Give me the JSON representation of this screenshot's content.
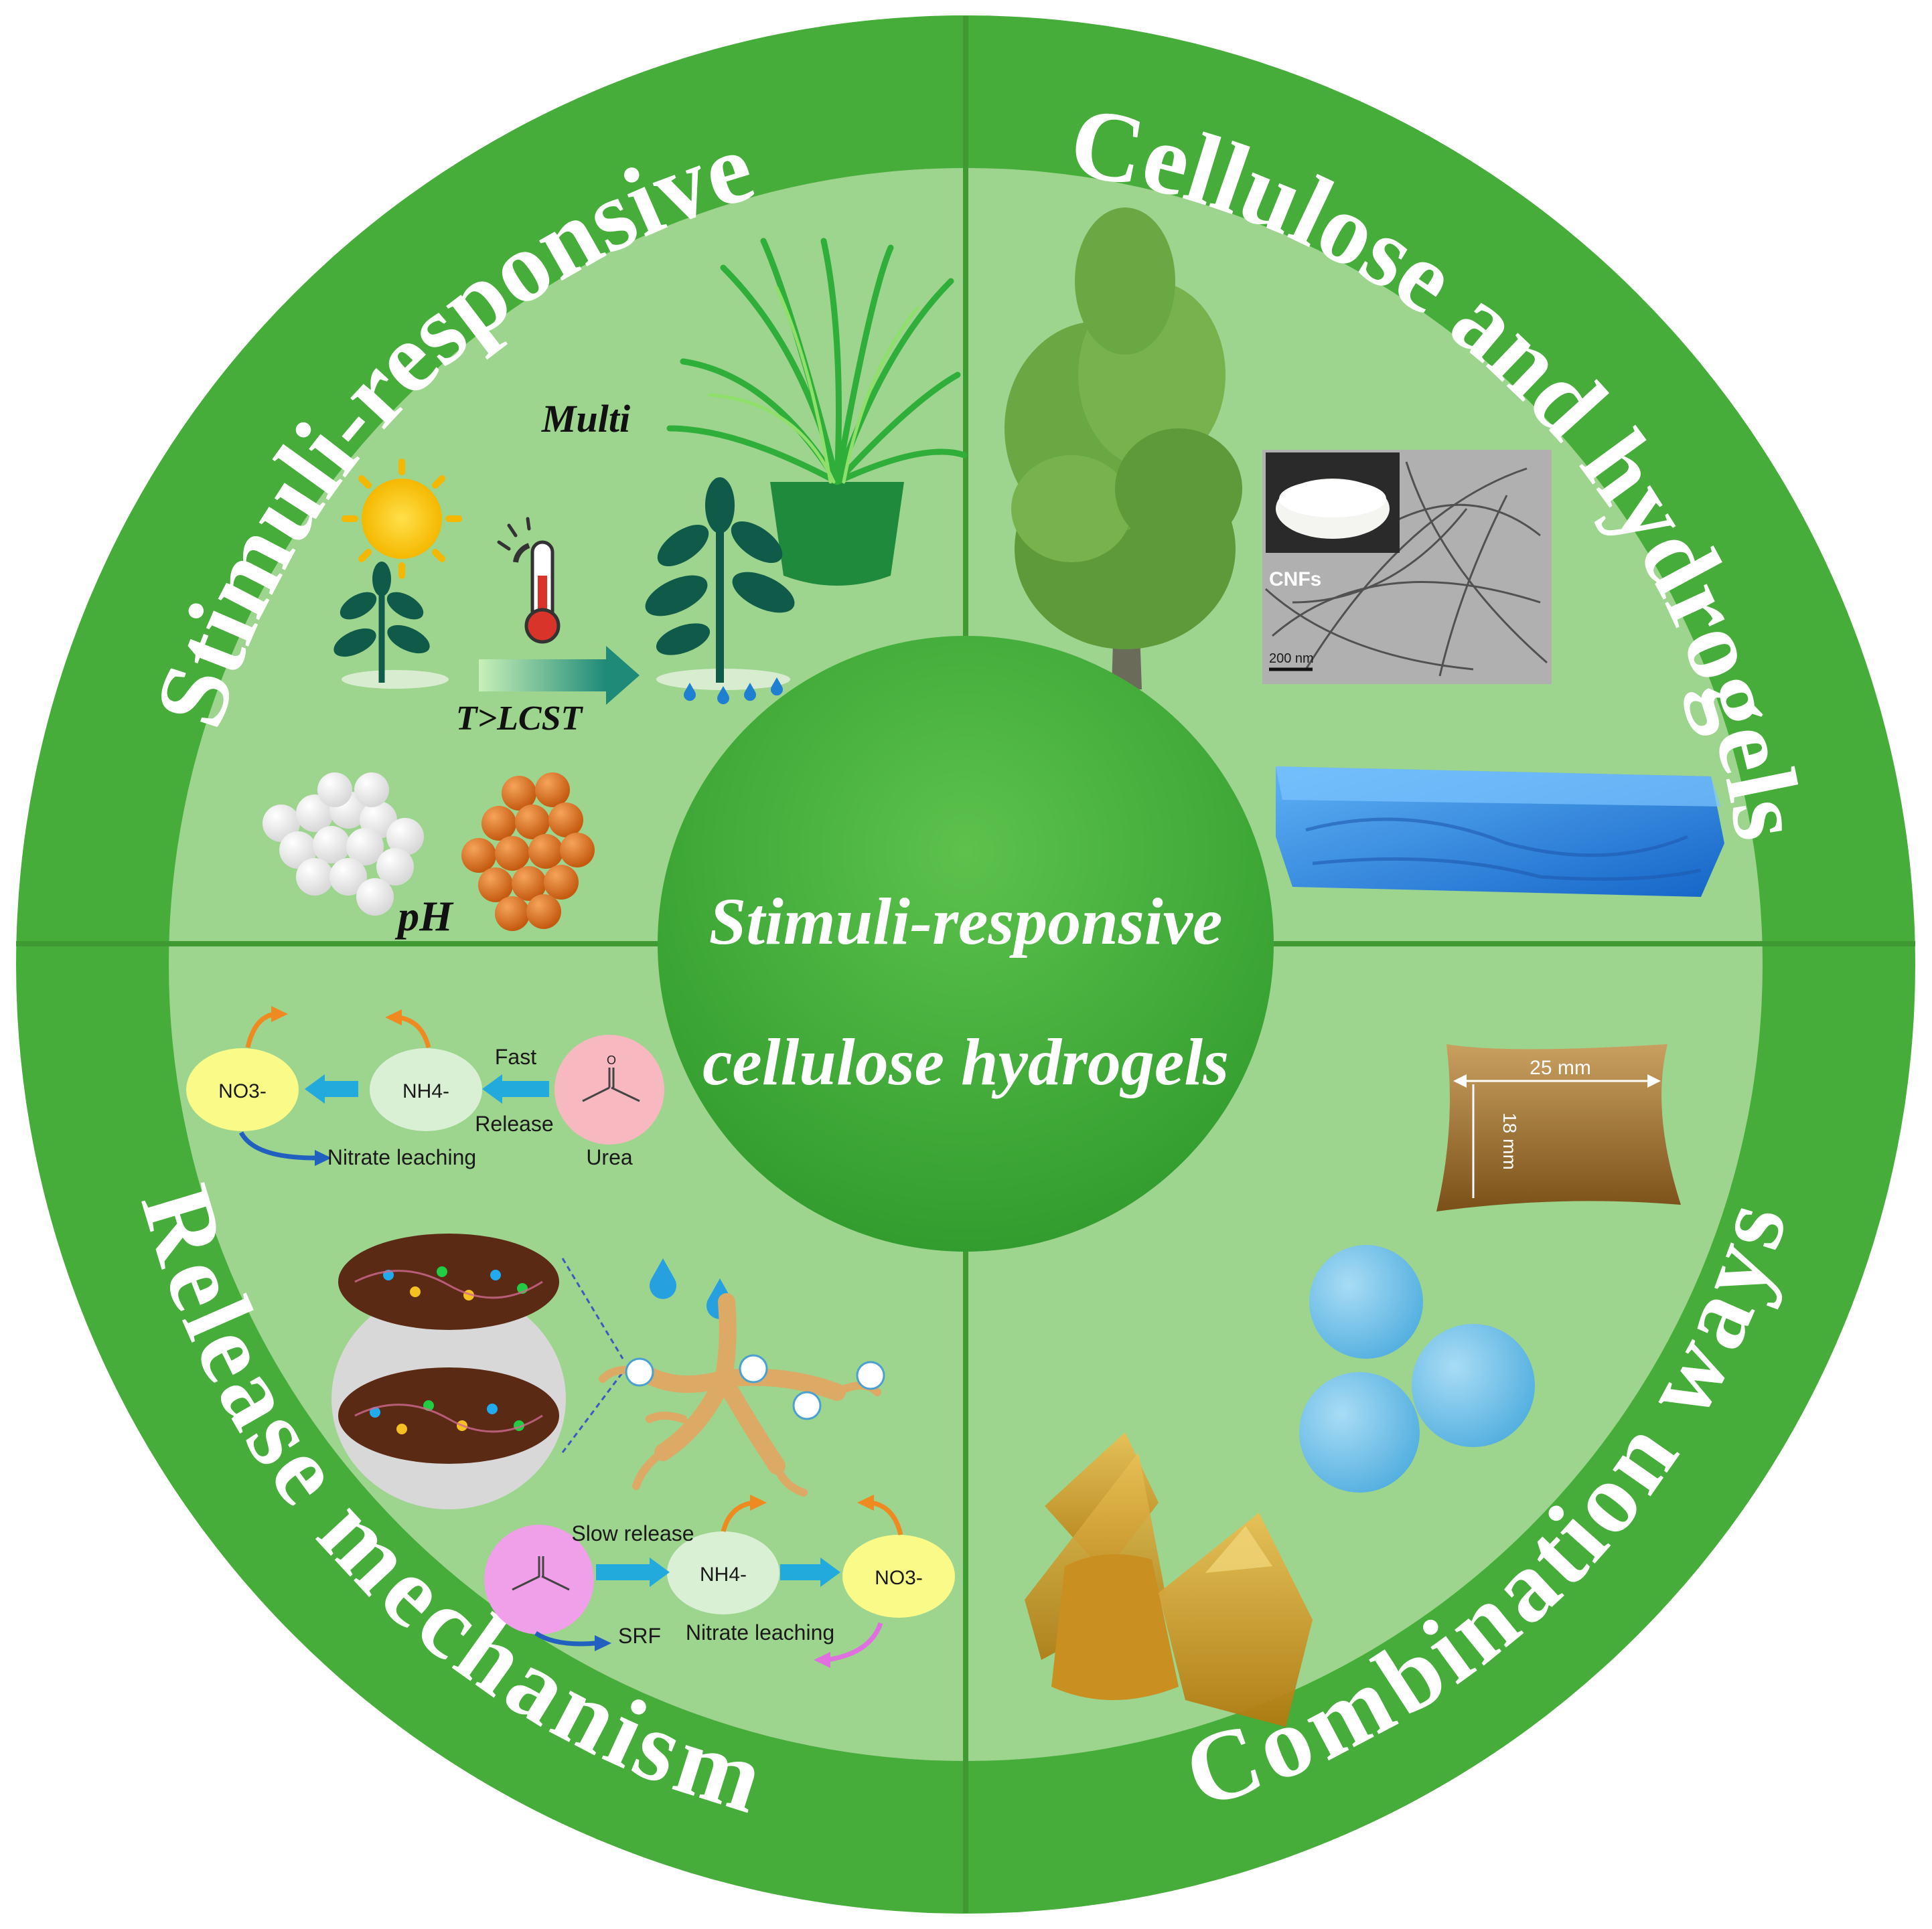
{
  "center": {
    "line1": "Stimuli-responsive",
    "line2": "cellulose hydrogels"
  },
  "ring": {
    "top_left": "Stimuli-responsive",
    "top_right": "Cellulose and hydrogels",
    "bottom_left": "Release mechanism",
    "bottom_right": "Combination ways"
  },
  "stimuli": {
    "multi_label": "Multi",
    "temp_label": "T>LCST",
    "ph_label": "pH"
  },
  "cellulose": {
    "cnf_label": "CNFs",
    "scale_label": "200 nm"
  },
  "combination": {
    "width_label": "25 mm",
    "height_label": "18 mm"
  },
  "release_top": {
    "nitrate_ion": "NO3-",
    "ammonium_ion": "NH4-",
    "fast_label": "Fast",
    "release_label": "Release",
    "urea_label": "Urea",
    "leaching_label": "Nitrate leaching"
  },
  "release_bottom": {
    "slow_label": "Slow release",
    "ammonium_ion": "NH4-",
    "nitrate_ion": "NO3-",
    "srf_label": "SRF",
    "leaching_label": "Nitrate leaching"
  },
  "colors": {
    "ring": "#46ad3a",
    "inner": "#9dd48e",
    "center": "#3aa636",
    "divider": "#3f9a33",
    "hydrogel_blue": "#2f8ee6",
    "amber": "#c9991f"
  }
}
